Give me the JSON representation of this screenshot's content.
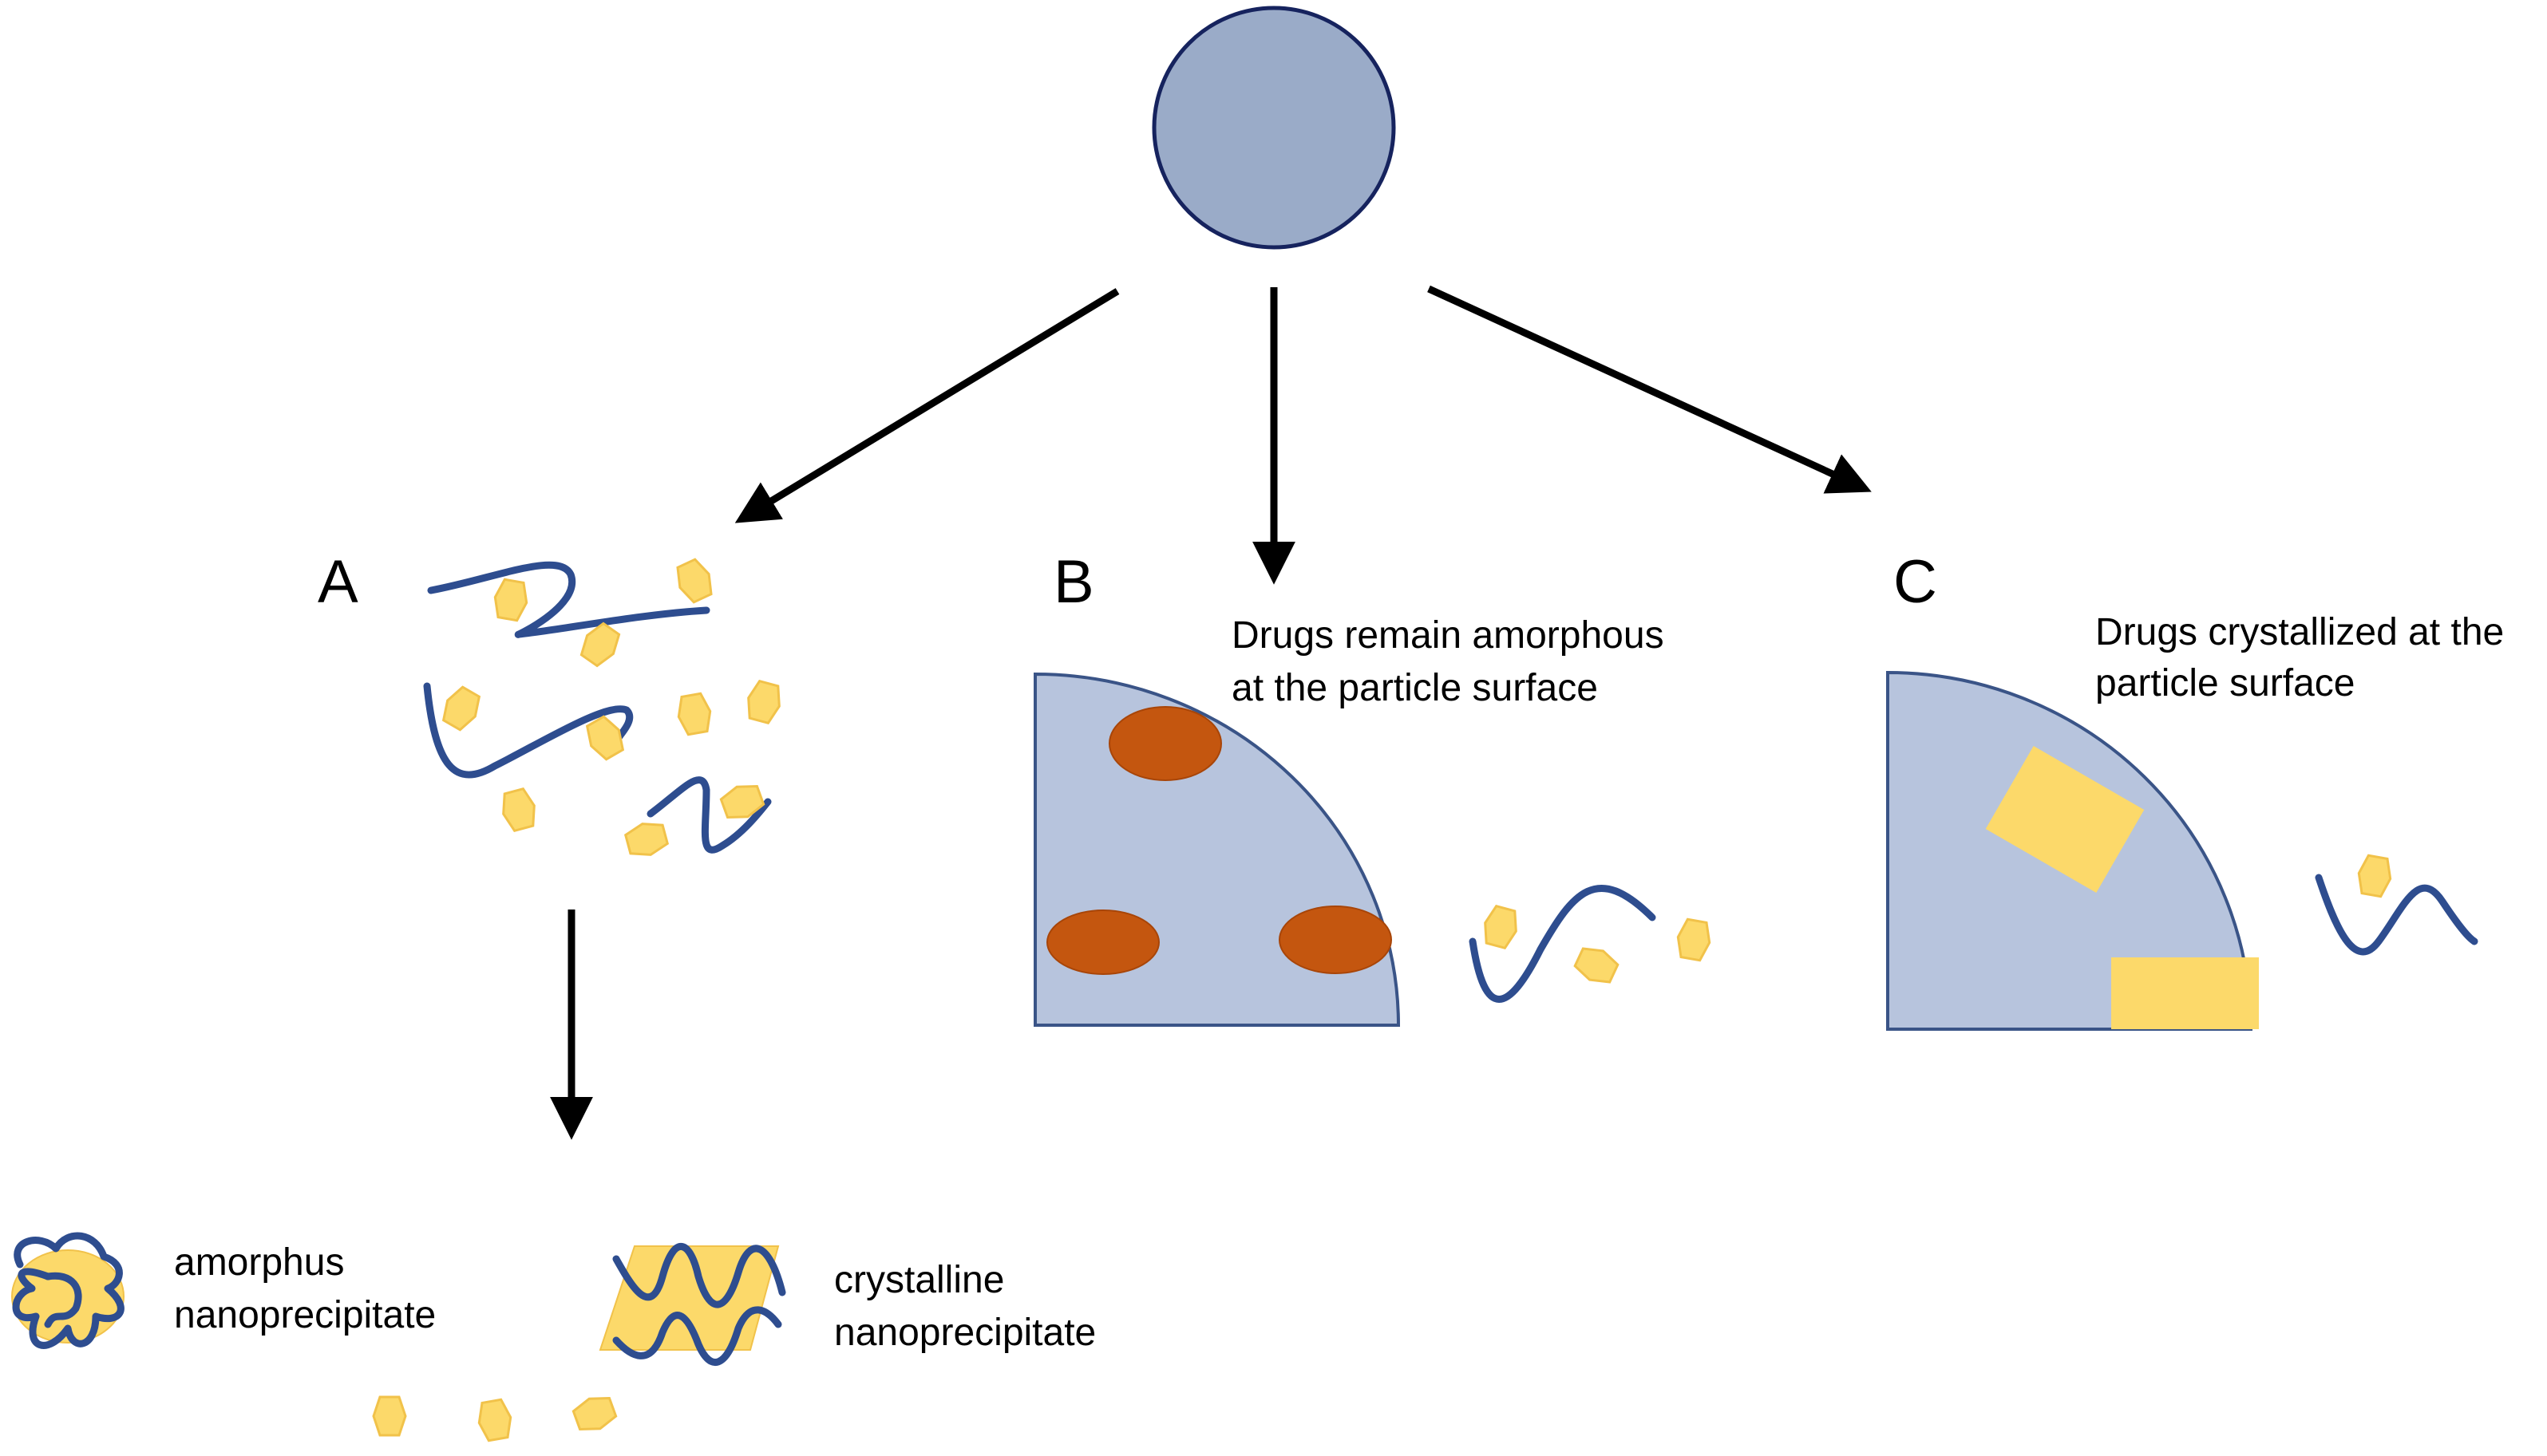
{
  "panels": {
    "a": {
      "letter": "A"
    },
    "b": {
      "letter": "B",
      "caption_line1": "Drugs remain amorphous",
      "caption_line2": "at the particle surface"
    },
    "c": {
      "letter": "C",
      "caption_line1": "Drugs crystallized at the",
      "caption_line2": "particle surface"
    }
  },
  "outcomes": {
    "amorphous": {
      "line1": "amorphus",
      "line2": "nanoprecipitate"
    },
    "crystalline": {
      "line1": "crystalline",
      "line2": "nanoprecipitate"
    }
  },
  "colors": {
    "particle_fill": "#9aabc8",
    "particle_edge": "#16235e",
    "quarter_fill": "#b7c4dd",
    "quarter_edge": "#3a5487",
    "polymer": "#2e4d8f",
    "drug": "#fcd96a",
    "drug_edge": "#f1c24a",
    "amorphous_drug": "#c4560f",
    "arrow": "#000000"
  }
}
